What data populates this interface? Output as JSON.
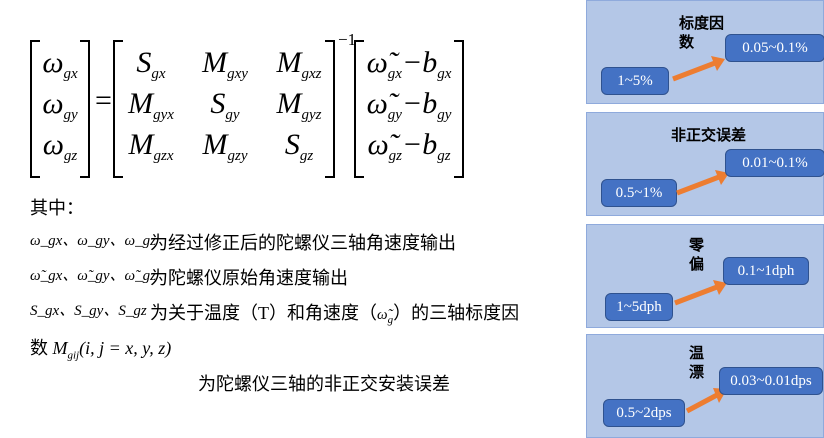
{
  "equation": {
    "lhs": [
      {
        "b": "ω",
        "s": "gx"
      },
      {
        "b": "ω",
        "s": "gy"
      },
      {
        "b": "ω",
        "s": "gz"
      }
    ],
    "equals": "=",
    "matrix": [
      [
        {
          "b": "S",
          "s": "gx"
        },
        {
          "b": "M",
          "s": "gxy"
        },
        {
          "b": "M",
          "s": "gxz"
        }
      ],
      [
        {
          "b": "M",
          "s": "gyx"
        },
        {
          "b": "S",
          "s": "gy"
        },
        {
          "b": "M",
          "s": "gyz"
        }
      ],
      [
        {
          "b": "M",
          "s": "gzx"
        },
        {
          "b": "M",
          "s": "gzy"
        },
        {
          "b": "S",
          "s": "gz"
        }
      ]
    ],
    "inverse": "−1",
    "rhs": [
      {
        "b": "ω̃",
        "s": "gx",
        "m": "−b",
        "ms": "gx"
      },
      {
        "b": "ω̃",
        "s": "gy",
        "m": "−b",
        "ms": "gy"
      },
      {
        "b": "ω̃",
        "s": "gz",
        "m": "−b",
        "ms": "gz"
      }
    ]
  },
  "text": {
    "where": "其中：",
    "l1_sym": "ω_gx、ω_gy、ω_gz",
    "l1_desc": "为经过修正后的陀螺仪三轴角速度输出",
    "l2_sym": "ω̃_gx、ω̃_gy、ω̃_gz",
    "l2_desc": "为陀螺仪原始角速度输出",
    "l3_sym": "S_gx、S_gy、S_gz",
    "l3_desc_a": "为关于温度（T）和角速度（",
    "l3_mid": "ω̃",
    "l3_mid_sub": "g",
    "l3_desc_b": "）的三轴标度因",
    "l4_pre": "数",
    "l4_sym": "M",
    "l4_sub": "gij",
    "l4_args": "(i, j = x, y, z)",
    "l5": "为陀螺仪三轴的非正交安装误差"
  },
  "panels": [
    {
      "title": "标度因数",
      "from": "1~5%",
      "to": "0.05~0.1%"
    },
    {
      "title": "非正交误差",
      "from": "0.5~1%",
      "to": "0.01~0.1%"
    },
    {
      "title": "零偏",
      "from": "1~5dph",
      "to": "0.1~1dph"
    },
    {
      "title": "温漂",
      "from": "0.5~2dps",
      "to": "0.03~0.01dps"
    }
  ],
  "colors": {
    "panel": "#b4c7e7",
    "box": "#4472c4",
    "arrow": "#ed7d31"
  }
}
